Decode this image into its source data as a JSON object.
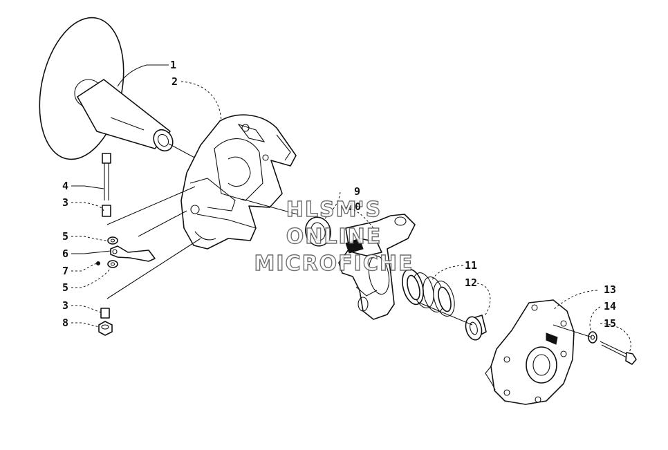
{
  "callouts": [
    "1",
    "2",
    "3",
    "4",
    "5",
    "6",
    "7",
    "8",
    "9",
    "10",
    "11",
    "12",
    "13",
    "14",
    "15"
  ],
  "watermark": {
    "line1": "HLSM'S",
    "line2": "ONLINE",
    "line3": "MICROFICHE"
  }
}
